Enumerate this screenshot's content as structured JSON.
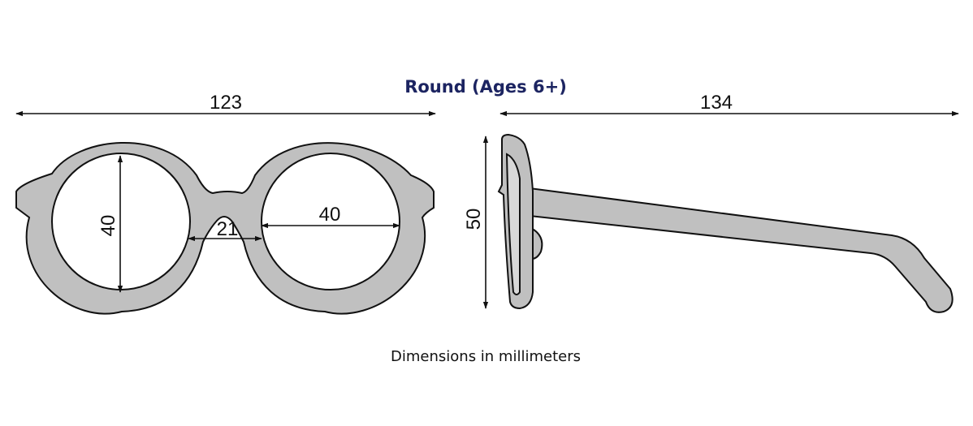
{
  "title": "Round (Ages 6+)",
  "caption": "Dimensions in millimeters",
  "dimensions": {
    "total_width": "123",
    "lens_height": "40",
    "bridge_width": "21",
    "lens_width": "40",
    "frame_height": "50",
    "temple_length": "134"
  },
  "colors": {
    "title": "#1c2461",
    "frame_fill": "#c0c0c0",
    "outline": "#111111"
  }
}
